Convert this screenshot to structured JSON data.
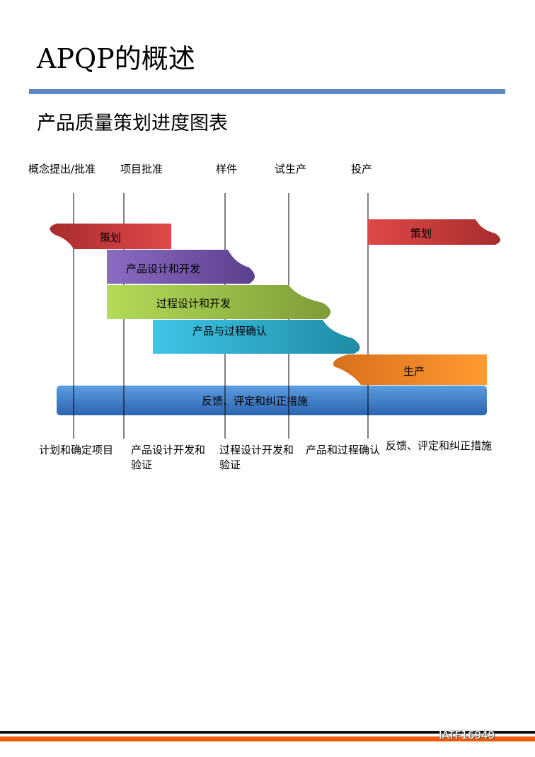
{
  "header": {
    "title": "APQP的概述",
    "subtitle": "产品质量策划进度图表"
  },
  "milestones": [
    "概念提出/批准",
    "项目批准",
    "样件",
    "试生产",
    "投产"
  ],
  "bars": {
    "planning_start": "策划",
    "product_design": "产品设计和开发",
    "process_design": "过程设计和开发",
    "validation": "产品与过程确认",
    "planning_end": "策划",
    "production": "生产",
    "feedback": "反馈、评定和纠正措施"
  },
  "phases": [
    "计划和确定项目",
    "产品设计开发和验证",
    "过程设计开发和验证",
    "产品和过程确认",
    "反馈、评定和纠正措施"
  ],
  "footer": {
    "brand": "IATF16949"
  },
  "colors": {
    "accent_rule": "#5b87c0",
    "footer_orange": "#f05a0a"
  }
}
